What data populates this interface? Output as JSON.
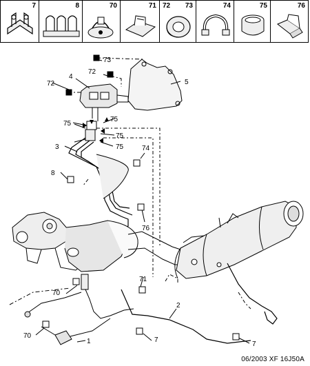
{
  "legend": {
    "items": [
      {
        "ref": "7",
        "icon": "double-clip-icon"
      },
      {
        "ref": "8",
        "icon": "multi-clip-icon"
      },
      {
        "ref": "70",
        "icon": "cable-tie-icon"
      },
      {
        "ref": "71",
        "icon": "clip-plate-icon"
      },
      {
        "ref": "72",
        "ref2": "73",
        "icon": "grommet-icon"
      },
      {
        "ref": "74",
        "icon": "hose-clamp-icon"
      },
      {
        "ref": "75",
        "icon": "sleeve-icon"
      },
      {
        "ref": "76",
        "icon": "angled-clip-icon"
      }
    ]
  },
  "callouts": {
    "c73a": "73",
    "c72a": "72",
    "c5": "5",
    "c4": "4",
    "c72b": "72",
    "c75a": "75",
    "c75b": "75",
    "c75c": "75",
    "c75d": "75",
    "c3": "3",
    "c74": "74",
    "c8": "8",
    "c76": "76",
    "c71": "71",
    "c70a": "70",
    "c2": "2",
    "c70b": "70",
    "c1": "1",
    "c7a": "7",
    "c7b": "7"
  },
  "footer": {
    "code": "06/2003  XF 16J50A"
  }
}
